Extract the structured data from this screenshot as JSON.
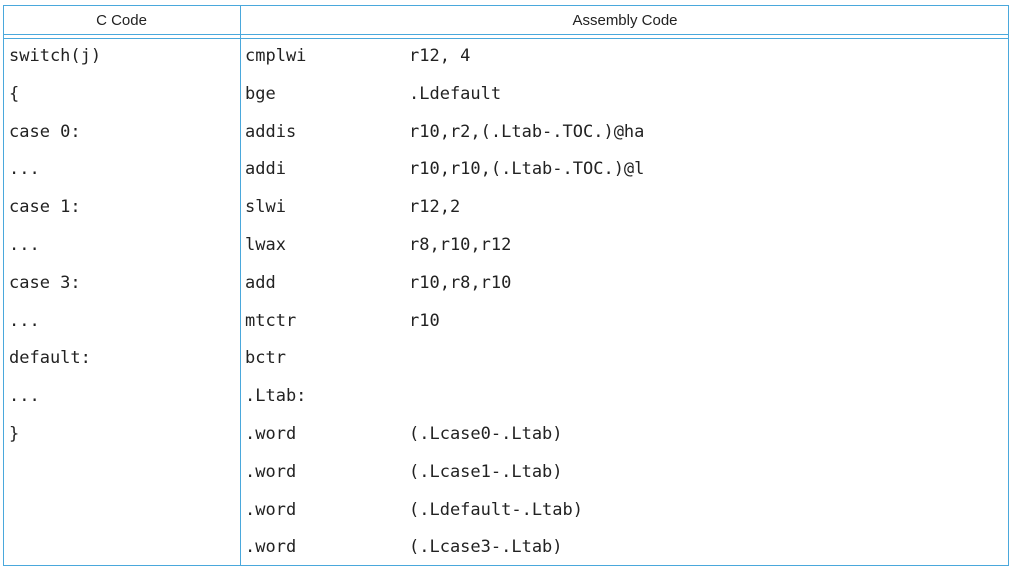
{
  "table": {
    "headers": [
      "C Code",
      "Assembly Code"
    ],
    "rows": [
      {
        "c": "switch(j)",
        "op": "cmplwi",
        "arg": "r12, 4"
      },
      {
        "c": "{",
        "op": "bge",
        "arg": ".Ldefault"
      },
      {
        "c": "case 0:",
        "op": "addis",
        "arg": "r10,r2,(.Ltab-.TOC.)@ha"
      },
      {
        "c": "...",
        "op": "addi",
        "arg": "r10,r10,(.Ltab-.TOC.)@l"
      },
      {
        "c": "case 1:",
        "op": "slwi",
        "arg": "r12,2"
      },
      {
        "c": "...",
        "op": "lwax",
        "arg": "r8,r10,r12"
      },
      {
        "c": "case 3:",
        "op": "add",
        "arg": "r10,r8,r10"
      },
      {
        "c": "...",
        "op": "mtctr",
        "arg": "r10"
      },
      {
        "c": "default:",
        "op": "bctr",
        "arg": ""
      },
      {
        "c": "...",
        "op": ".Ltab:",
        "arg": ""
      },
      {
        "c": "}",
        "op": ".word",
        "arg": "(.Lcase0-.Ltab)"
      },
      {
        "c": "",
        "op": ".word",
        "arg": "(.Lcase1-.Ltab)"
      },
      {
        "c": "",
        "op": ".word",
        "arg": "(.Ldefault-.Ltab)"
      },
      {
        "c": "",
        "op": ".word",
        "arg": "(.Lcase3-.Ltab)"
      }
    ]
  },
  "colors": {
    "border": "#4aa8dc",
    "text": "#222222"
  }
}
